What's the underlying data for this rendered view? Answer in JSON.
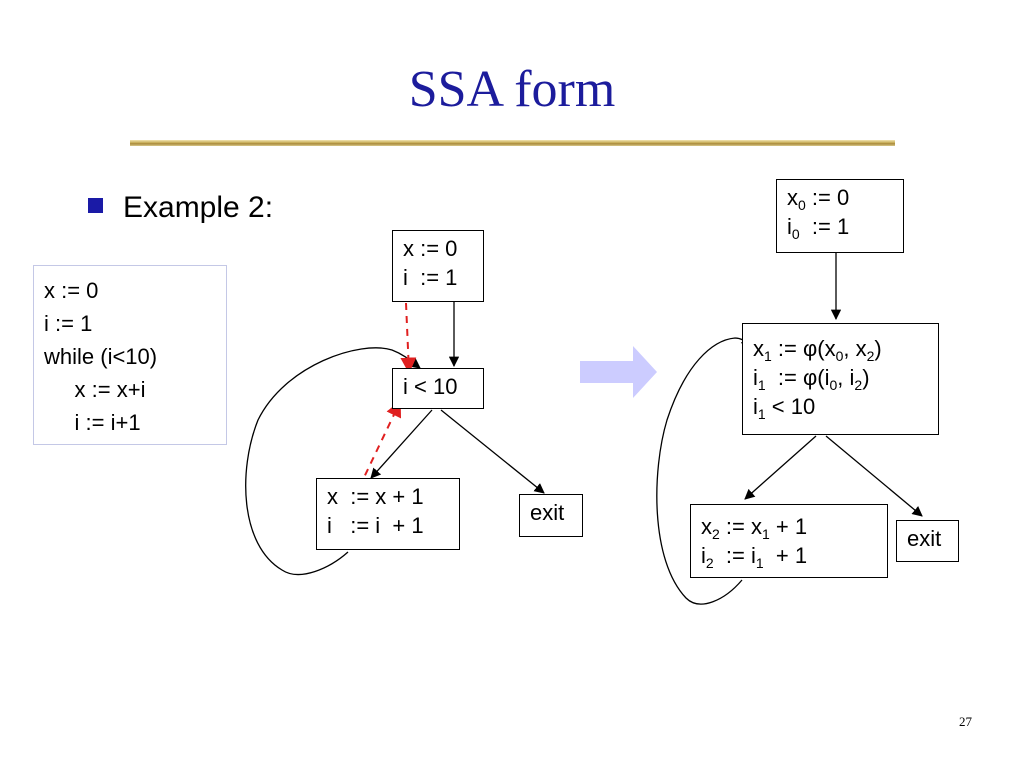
{
  "slide": {
    "title": "SSA form",
    "bullet": "Example 2:",
    "page_number": "27"
  },
  "source_code": {
    "lines": [
      "x := 0",
      "i := 1",
      "while (i<10)",
      "     x := x+i",
      "     i := i+1"
    ]
  },
  "cfg_original": {
    "entry": [
      "x := 0",
      "i  := 1"
    ],
    "cond": "i < 10",
    "body": [
      "x  := x + 1",
      "i   := i  + 1"
    ],
    "exit": "exit"
  },
  "cfg_ssa": {
    "entry": {
      "line1": {
        "var": "x",
        "sub": "0",
        "rest": " := 0"
      },
      "line2": {
        "var": "i",
        "sub": "0",
        "rest": "  := 1"
      }
    },
    "phi": {
      "line1": {
        "var": "x",
        "sub": "1",
        "mid": " := φ(x",
        "arg1": "0",
        "sep": ", x",
        "arg2": "2",
        "end": ")"
      },
      "line2": {
        "var": "i",
        "sub": "1",
        "mid": "  := φ(i",
        "arg1": "0",
        "sep": ", i",
        "arg2": "2",
        "end": ")"
      },
      "line3": {
        "var": "i",
        "sub": "1",
        "rest": " < 10"
      }
    },
    "body": {
      "line1": {
        "var": "x",
        "sub": "2",
        "mid": " := x",
        "arg": "1",
        "end": " + 1"
      },
      "line2": {
        "var": "i",
        "sub": "2",
        "mid": "  := i",
        "arg": "1",
        "end": "  + 1"
      }
    },
    "exit": "exit"
  },
  "colors": {
    "title": "#1c1c9c",
    "bullet": "#1a1aa6",
    "dashed_arrows": "#e02020",
    "transform_arrow": "#ccccff"
  }
}
